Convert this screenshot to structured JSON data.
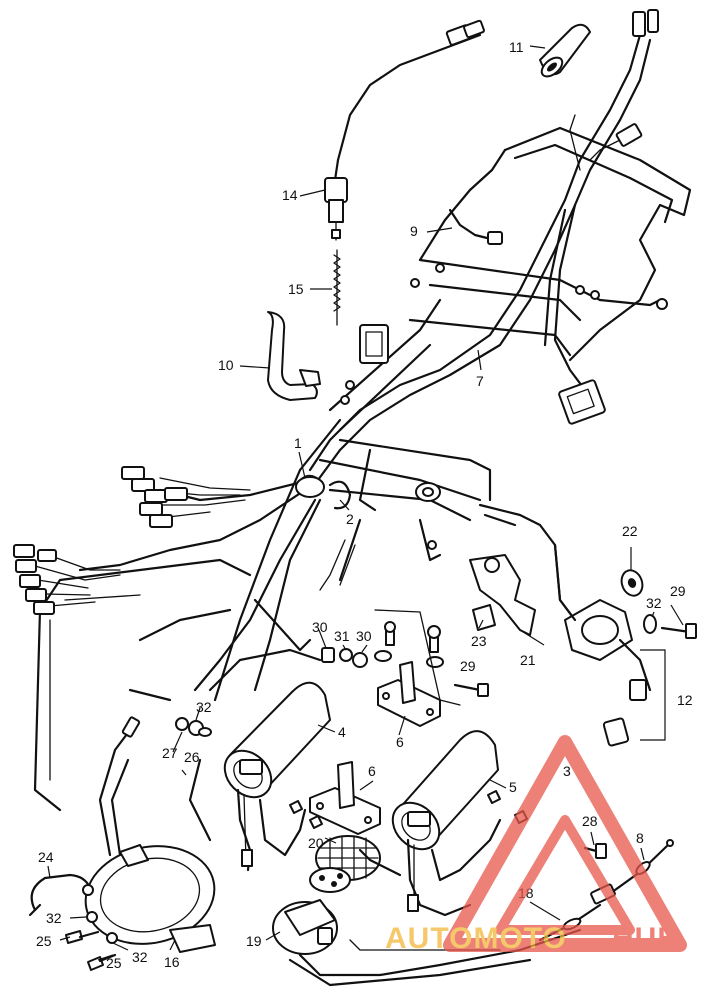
{
  "parts": [
    {
      "id": "p1",
      "label": "1"
    },
    {
      "id": "p2",
      "label": "2"
    },
    {
      "id": "p3",
      "label": "3"
    },
    {
      "id": "p4",
      "label": "4"
    },
    {
      "id": "p5",
      "label": "5"
    },
    {
      "id": "p6a",
      "label": "6"
    },
    {
      "id": "p6b",
      "label": "6"
    },
    {
      "id": "p7",
      "label": "7"
    },
    {
      "id": "p8",
      "label": "8"
    },
    {
      "id": "p9",
      "label": "9"
    },
    {
      "id": "p10",
      "label": "10"
    },
    {
      "id": "p11",
      "label": "11"
    },
    {
      "id": "p12",
      "label": "12"
    },
    {
      "id": "p14",
      "label": "14"
    },
    {
      "id": "p15",
      "label": "15"
    },
    {
      "id": "p16",
      "label": "16"
    },
    {
      "id": "p18",
      "label": "18"
    },
    {
      "id": "p19",
      "label": "19"
    },
    {
      "id": "p20",
      "label": "20"
    },
    {
      "id": "p21",
      "label": "21"
    },
    {
      "id": "p22",
      "label": "22"
    },
    {
      "id": "p23",
      "label": "23"
    },
    {
      "id": "p24",
      "label": "24"
    },
    {
      "id": "p25a",
      "label": "25"
    },
    {
      "id": "p25b",
      "label": "25"
    },
    {
      "id": "p26",
      "label": "26"
    },
    {
      "id": "p27",
      "label": "27"
    },
    {
      "id": "p28",
      "label": "28"
    },
    {
      "id": "p29a",
      "label": "29"
    },
    {
      "id": "p29b",
      "label": "29"
    },
    {
      "id": "p30a",
      "label": "30"
    },
    {
      "id": "p30b",
      "label": "30"
    },
    {
      "id": "p31",
      "label": "31"
    },
    {
      "id": "p32a",
      "label": "32"
    },
    {
      "id": "p32b",
      "label": "32"
    },
    {
      "id": "p32c",
      "label": "32"
    },
    {
      "id": "p32d",
      "label": "32"
    }
  ],
  "watermark": {
    "brand_part1": "AUTOMOTO",
    "brand_part2": "HUB",
    "color_primary": "#e8574a",
    "color_secondary": "#f2b83a"
  },
  "colors": {
    "ink": "#111111",
    "paper": "#ffffff"
  }
}
